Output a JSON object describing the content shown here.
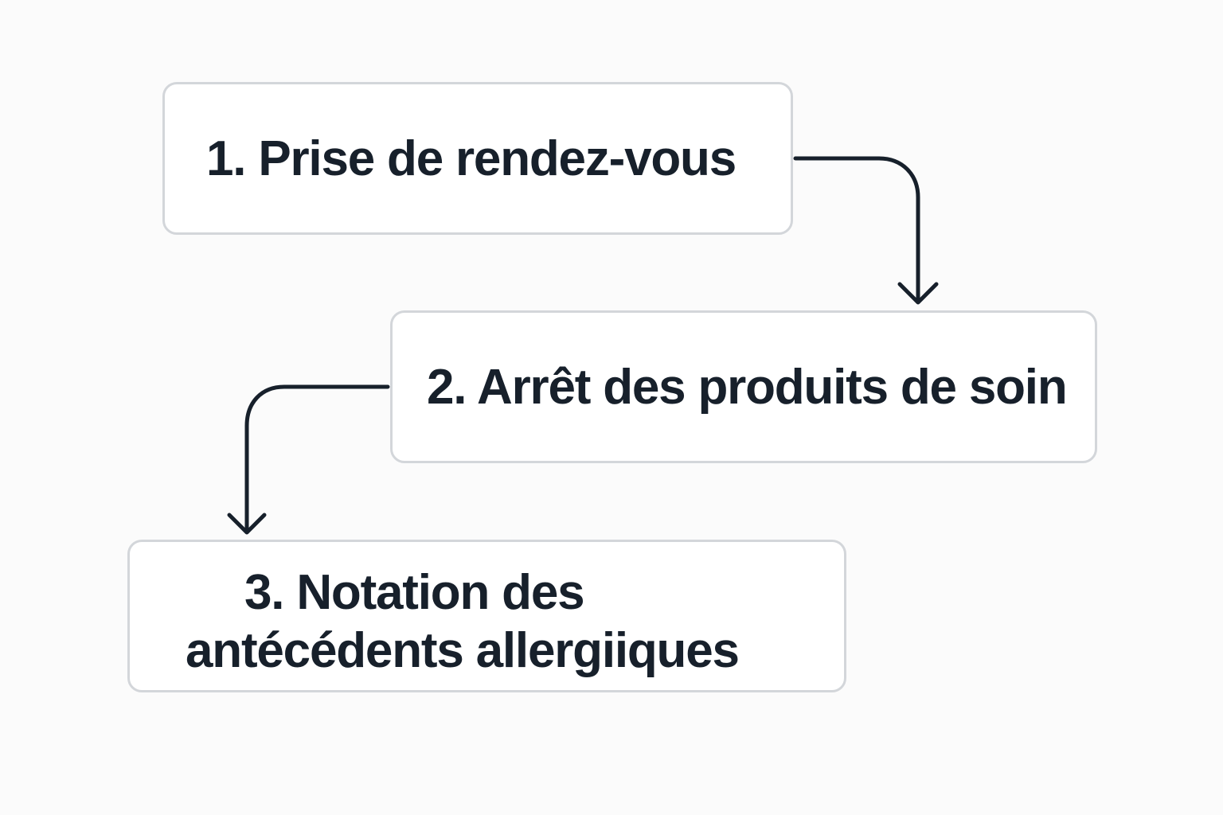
{
  "steps": [
    {
      "label": "1. Prise de rendez-vous"
    },
    {
      "label": "2. Arrêt des produits de soin"
    },
    {
      "label_line_1": "3. Notation des",
      "label_line_2": "antécédents allergiiques"
    }
  ],
  "colors": {
    "background": "#fbfbfb",
    "box_background": "#ffffff",
    "box_border": "#d3d6da",
    "text": "#17202b",
    "connector": "#17202b"
  },
  "icons": [
    "arrow-down-icon",
    "arrow-down-icon"
  ]
}
